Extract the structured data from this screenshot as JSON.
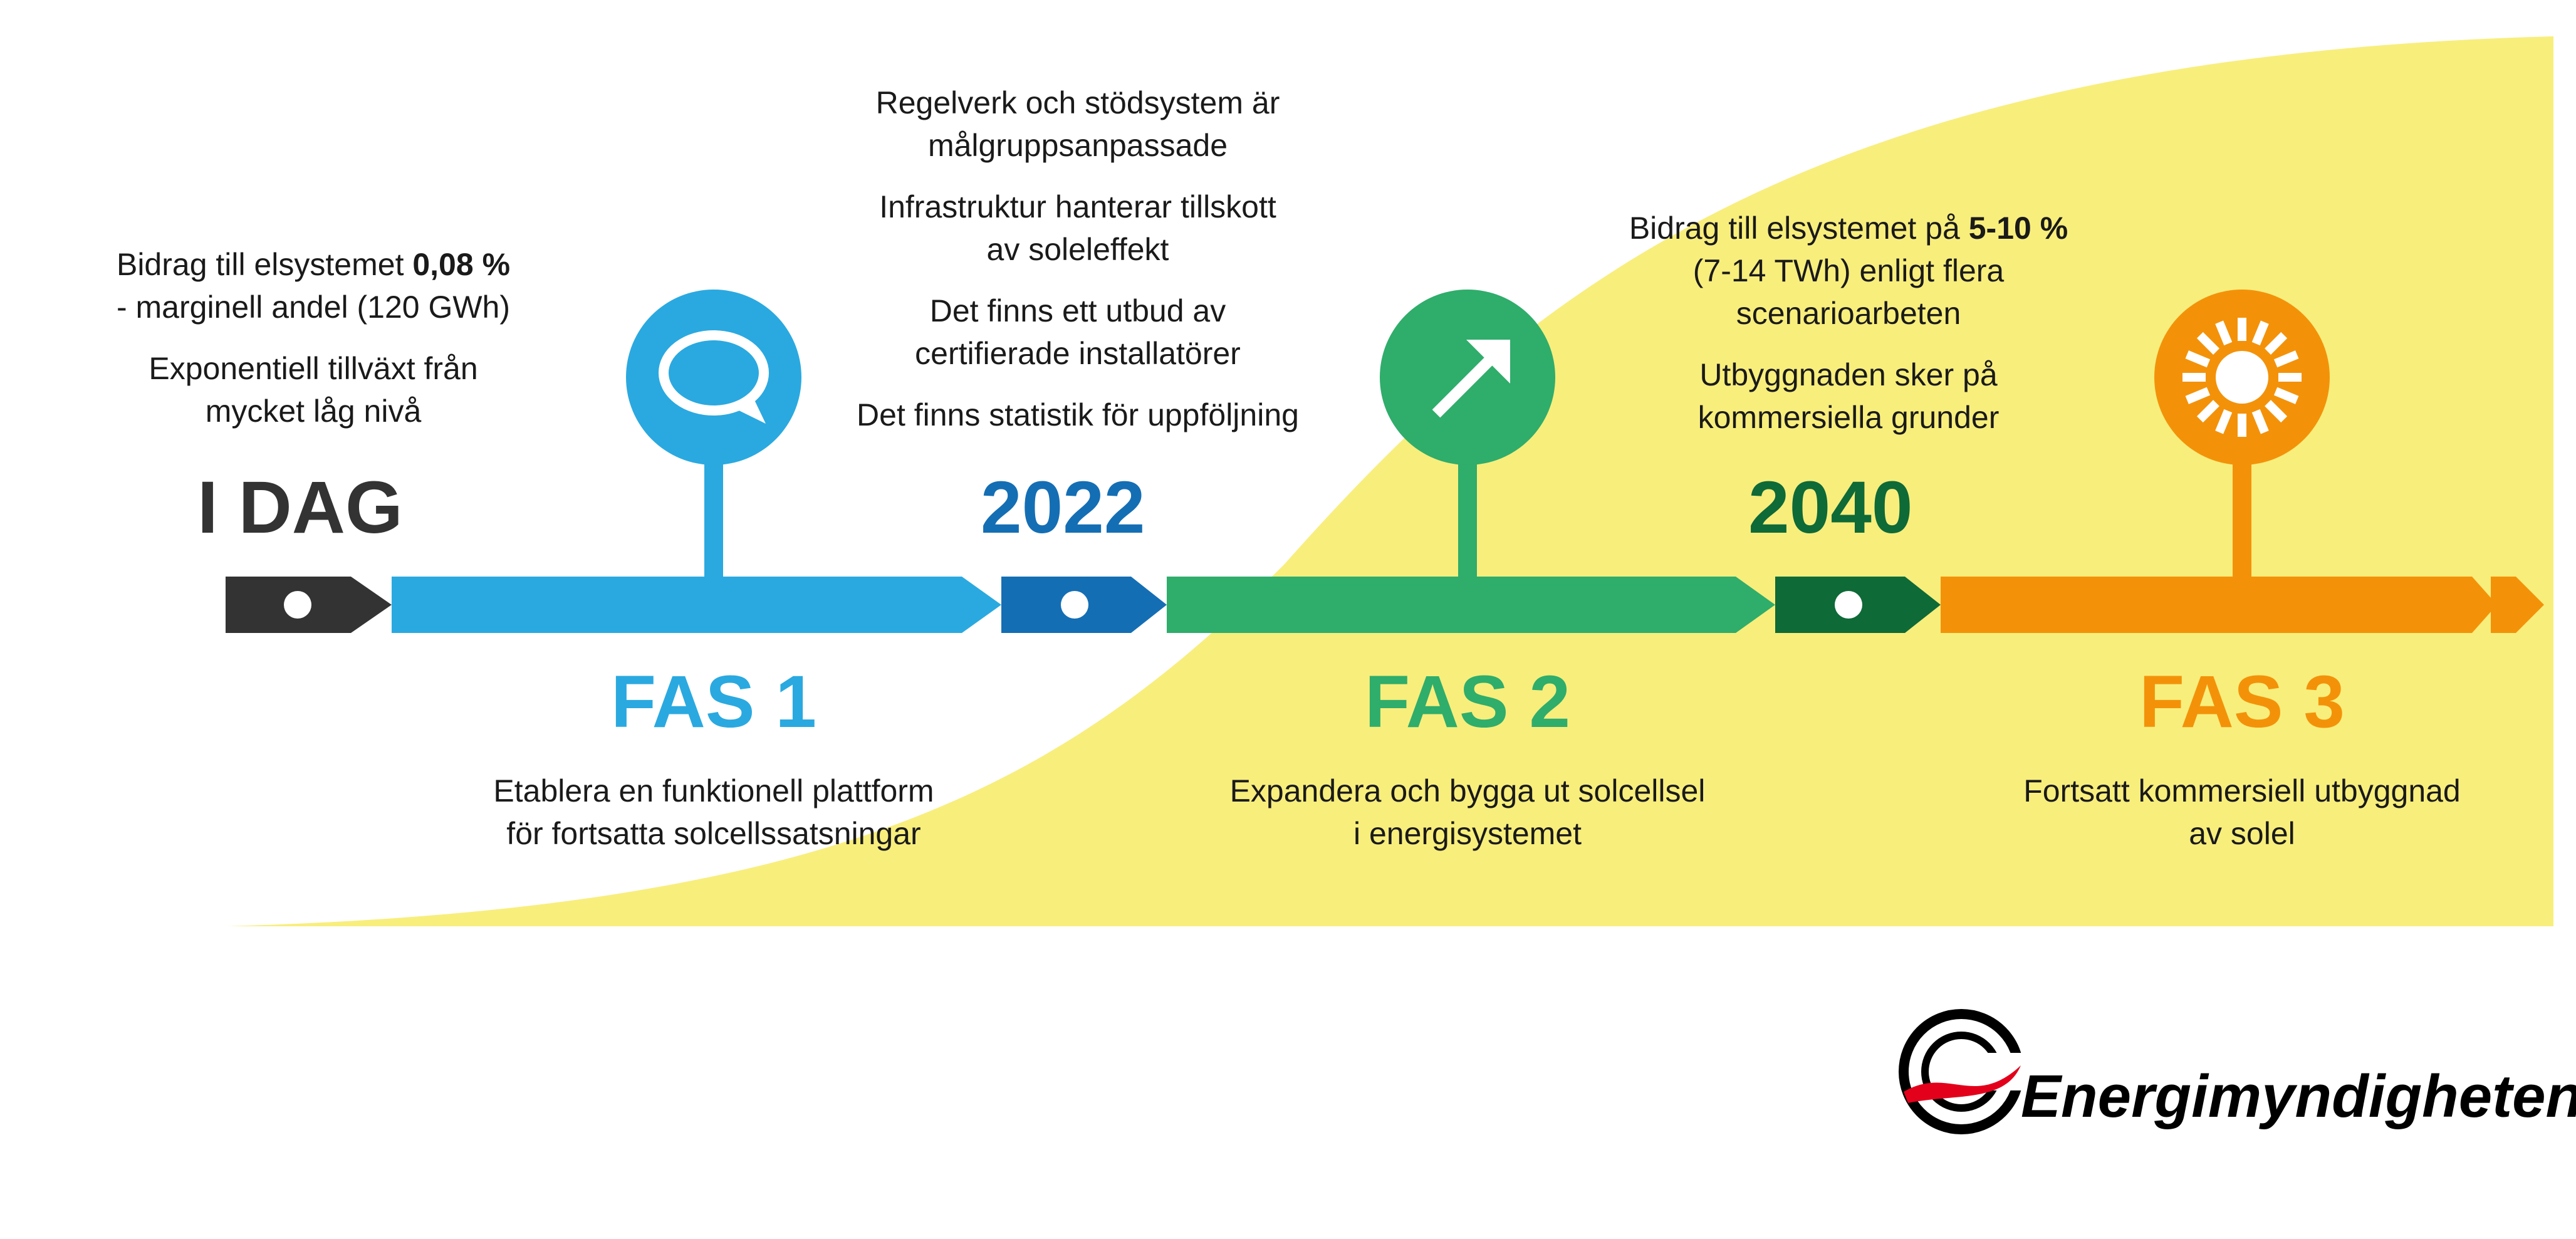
{
  "colors": {
    "background_curve": "#f8ee7c",
    "today": "#333333",
    "fas1": "#2aa9e0",
    "marker_2022": "#146eb4",
    "fas2": "#2fad6b",
    "marker_2040": "#0e6a37",
    "fas3": "#f39209",
    "logo_red": "#e3001b"
  },
  "milestones": {
    "today": {
      "label": "I DAG",
      "lines": [
        {
          "pre": "Bidrag till elsystemet ",
          "bold": "0,08 %",
          "post": ""
        },
        {
          "pre": "- marginell andel (120 GWh)",
          "bold": "",
          "post": ""
        },
        {
          "pre": "Exponentiell tillväxt från",
          "bold": "",
          "post": ""
        },
        {
          "pre": "mycket låg nivå",
          "bold": "",
          "post": ""
        }
      ]
    },
    "y2022": {
      "label": "2022",
      "lines": [
        "Regelverk och stödsystem är",
        "målgruppsanpassade",
        "Infrastruktur hanterar tillskott",
        "av soleleffekt",
        "Det finns ett utbud av",
        "certifierade installatörer",
        "Det finns statistik för uppföljning"
      ]
    },
    "y2040": {
      "label": "2040",
      "lines": [
        {
          "pre": "Bidrag till elsystemet på ",
          "bold": "5-10 %",
          "post": ""
        },
        {
          "pre": "(7-14 TWh) enligt flera",
          "bold": "",
          "post": ""
        },
        {
          "pre": "scenarioarbeten",
          "bold": "",
          "post": ""
        },
        {
          "pre": "Utbyggnaden sker på",
          "bold": "",
          "post": ""
        },
        {
          "pre": "kommersiella grunder",
          "bold": "",
          "post": ""
        }
      ]
    }
  },
  "phases": [
    {
      "title": "FAS 1",
      "icon": "speech-bubble-icon",
      "desc": [
        "Etablera en funktionell plattform",
        "för fortsatta solcellssatsningar"
      ]
    },
    {
      "title": "FAS 2",
      "icon": "arrow-up-right-icon",
      "desc": [
        "Expandera och bygga ut solcellsel",
        "i energisystemet"
      ]
    },
    {
      "title": "FAS 3",
      "icon": "sun-icon",
      "desc": [
        "Fortsatt kommersiell utbyggnad",
        "av solel"
      ]
    }
  ],
  "logo": {
    "text": "Energimyndigheten"
  }
}
